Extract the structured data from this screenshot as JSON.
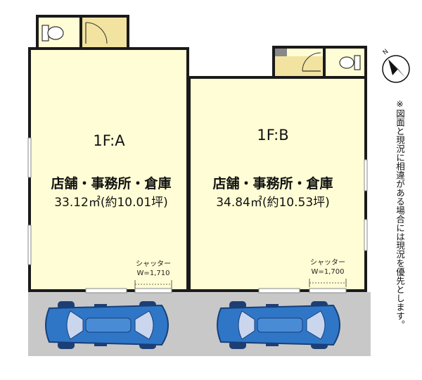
{
  "units": [
    {
      "name": "1F:A",
      "use": "店舗・事務所・倉庫",
      "area": "33.12㎡(約10.01坪)",
      "shutter_label": "シャッター",
      "shutter_width": "W=1,710"
    },
    {
      "name": "1F:B",
      "use": "店舗・事務所・倉庫",
      "area": "34.84㎡(約10.53坪)",
      "shutter_label": "シャッター",
      "shutter_width": "W=1,700"
    }
  ],
  "compass": {
    "label": "N"
  },
  "note": "※図面と現況に相違がある場合には現況を優先とします。",
  "colors": {
    "room_fill": "#FFFDD5",
    "wet_area_fill": "#F2E3A0",
    "wall": "#1A1A1A",
    "parking": "#C8C8C8",
    "car_body": "#2F76C6",
    "car_glass": "#C9D6EE"
  }
}
